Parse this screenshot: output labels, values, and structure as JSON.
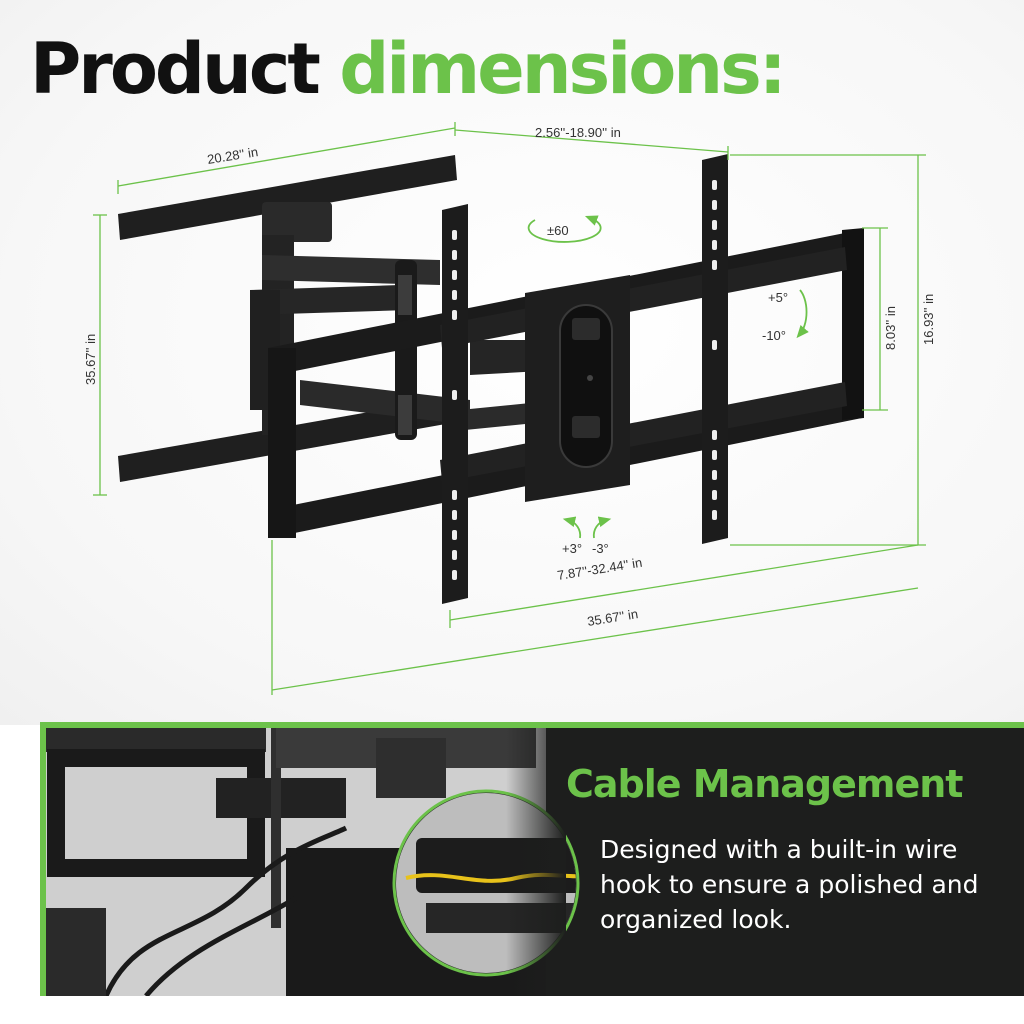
{
  "headline": {
    "word1": "Product",
    "word2": "dimensions:"
  },
  "dimensions": {
    "plate_width": "20.28'' in",
    "extension": "2.56''-18.90'' in",
    "plate_height": "35.67'' in",
    "swivel": "±60",
    "tilt_up": "+5°",
    "tilt_down": "-10°",
    "bracket_spacing": "8.03'' in",
    "overall_height": "16.93'' in",
    "rotate_plus": "+3°",
    "rotate_minus": "-3°",
    "vesa_range": "7.87''-32.44'' in",
    "overall_width": "35.67'' in"
  },
  "feature": {
    "title": "Cable Management",
    "description": "Designed with a built-in wire hook to ensure a polished and organized look."
  },
  "colors": {
    "accent": "#6cc24a",
    "dark": "#1d1e1d",
    "mount": "#1e1e1e"
  }
}
